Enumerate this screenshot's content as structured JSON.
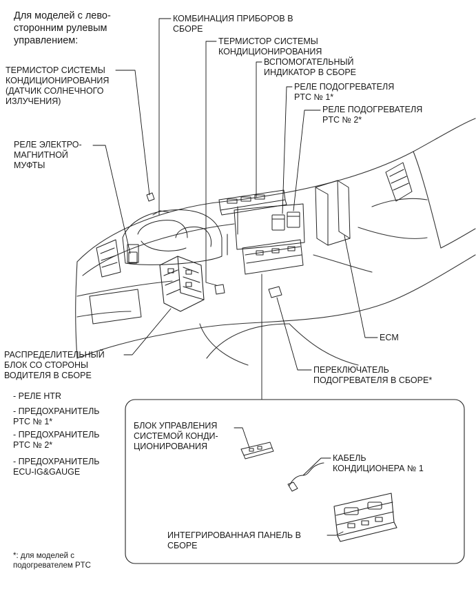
{
  "title_lines": [
    "Для моделей с лево-",
    "сторонним рулевым",
    "управлением:"
  ],
  "labels": {
    "combo_meter": [
      "КОМБИНАЦИЯ ПРИБОРОВ В",
      "СБОРЕ"
    ],
    "ac_thermistor": [
      "ТЕРМИСТОР СИСТЕМЫ",
      "КОНДИЦИОНИРОВАНИЯ"
    ],
    "solar_sensor": [
      "ТЕРМИСТОР СИСТЕМЫ",
      "КОНДИЦИОНИРОВАНИЯ",
      " (ДАТЧИК СОЛНЕЧНОГО",
      "ИЗЛУЧЕНИЯ)"
    ],
    "aux_indicator": [
      "ВСПОМОГАТЕЛЬНЫЙ",
      "ИНДИКАТОР В СБОРЕ"
    ],
    "ptc_relay_1": [
      "РЕЛЕ ПОДОГРЕВАТЕЛЯ",
      "PTC № 1*"
    ],
    "ptc_relay_2": [
      "РЕЛЕ ПОДОГРЕВАТЕЛЯ",
      "PTC № 2*"
    ],
    "magnetic_clutch_relay": [
      "РЕЛЕ ЭЛЕКТРО-",
      "МАГНИТНОЙ",
      "МУФТЫ"
    ],
    "ecm": [
      "ECM"
    ],
    "heater_switch": [
      "ПЕРЕКЛЮЧАТЕЛЬ",
      "ПОДОГРЕВАТЕЛЯ В СБОРЕ*"
    ],
    "junction_block": [
      "РАСПРЕДЕЛИТЕЛЬНЫЙ",
      "БЛОК СО СТОРОНЫ",
      "ВОДИТЕЛЯ В СБОРЕ"
    ],
    "ac_control_block": [
      "БЛОК УПРАВЛЕНИЯ",
      "СИСТЕМОЙ КОНДИ-",
      "ЦИОНИРОВАНИЯ"
    ],
    "ac_cable": [
      "КАБЕЛЬ",
      "КОНДИЦИОНЕРА № 1"
    ],
    "integrated_panel": [
      "ИНТЕГРИРОВАННАЯ ПАНЕЛЬ В",
      "СБОРЕ"
    ]
  },
  "jb_items": [
    [
      "- РЕЛЕ HTR"
    ],
    [
      "- ПРЕДОХРАНИТЕЛЬ",
      "PTC № 1*"
    ],
    [
      "- ПРЕДОХРАНИТЕЛЬ",
      "PTC № 2*"
    ],
    [
      "- ПРЕДОХРАНИТЕЛЬ",
      "ECU-IG&GAUGE"
    ]
  ],
  "footnote": [
    "*: для моделей с",
    "подогревателем PTC"
  ]
}
